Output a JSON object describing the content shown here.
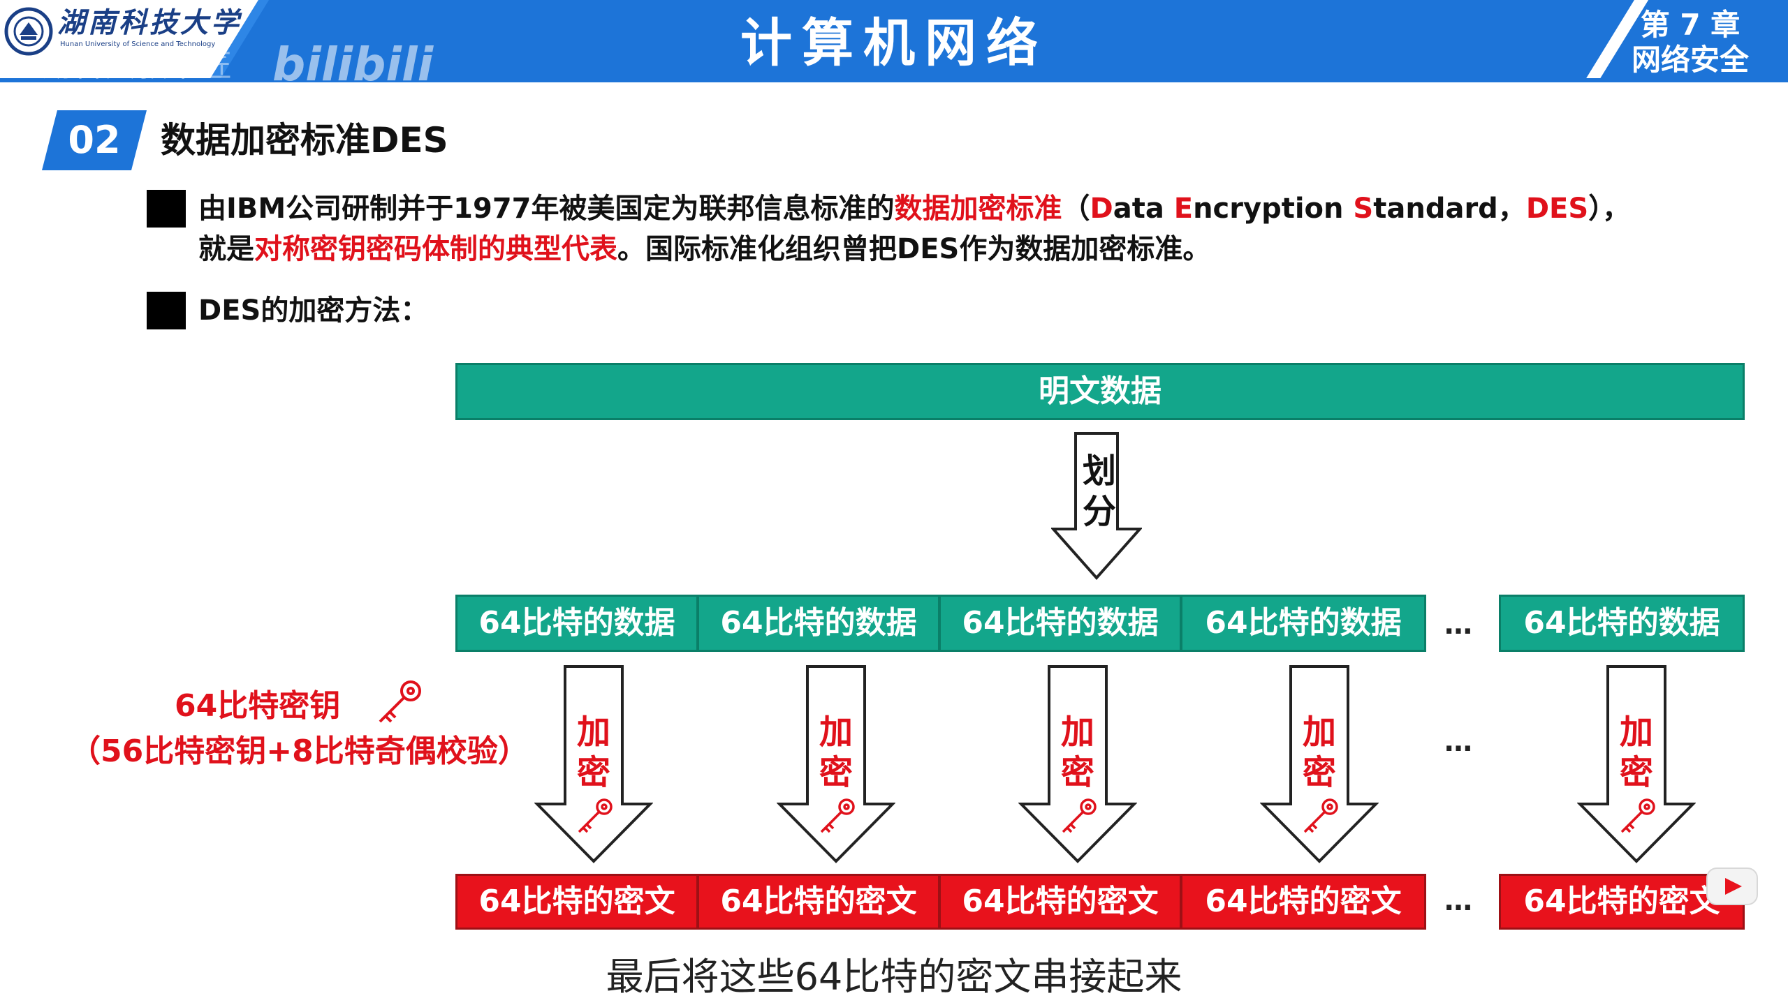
{
  "header": {
    "course_title": "计算机网络",
    "chapter_number": "第 7 章",
    "chapter_name": "网络安全",
    "university_cn": "湖南科技大学",
    "university_en": "Hunan University of Science and Technology",
    "watermark_text": "湖科大教书匠",
    "watermark_logo": "bilibili",
    "colors": {
      "bar": "#1d74d8",
      "stripe": "#2e86e6",
      "logo": "#1a3f86"
    }
  },
  "section": {
    "number": "02",
    "title": "数据加密标准DES"
  },
  "paragraphs": {
    "p1": {
      "line1_a": "由IBM公司研制并于1977年被美国定为联邦信息标准的",
      "line1_b": "数据加密标准",
      "line1_c": "（",
      "line1_d1": "D",
      "line1_d2": "ata ",
      "line1_e1": "E",
      "line1_e2": "ncryption ",
      "line1_s1": "S",
      "line1_s2": "tandard，",
      "line1_f": "DES",
      "line1_g": "），",
      "line2_a": "就是",
      "line2_b": "对称密钥密码体制的典型代表",
      "line2_c": "。国际标准化组织曾把DES作为数据加密标准。"
    },
    "p2": "DES的加密方法："
  },
  "diagram": {
    "plaintext": "明文数据",
    "split_label": [
      "划",
      "分"
    ],
    "blocks": [
      "64比特的数据",
      "64比特的数据",
      "64比特的数据",
      "64比特的数据",
      "64比特的数据"
    ],
    "ciphers": [
      "64比特的密文",
      "64比特的密文",
      "64比特的密文",
      "64比特的密文",
      "64比特的密文"
    ],
    "ellipsis": "…",
    "encrypt_label": [
      "加",
      "密"
    ],
    "key_label_1": "64比特密钥",
    "key_label_2": "（56比特密钥+8比特奇偶校验）",
    "colors": {
      "teal": "#13a68b",
      "red": "#e8121c",
      "key": "#e0111b"
    }
  },
  "subtitle": "最后将这些64比特的密文串接起来"
}
